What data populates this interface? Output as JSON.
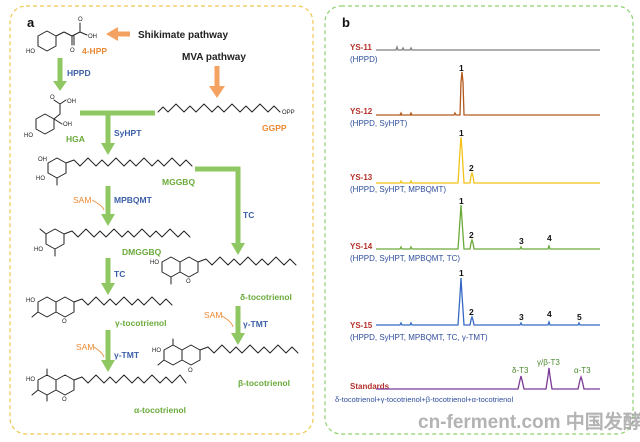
{
  "panels": {
    "a": "a",
    "b": "b"
  },
  "pathway": {
    "shikimate": "Shikimate pathway",
    "mva": "MVA pathway",
    "compounds": {
      "hpp": "4-HPP",
      "hga": "HGA",
      "ggpp": "GGPP",
      "mggbq": "MGGBQ",
      "dmggbq": "DMGGBQ",
      "delta": "δ-tocotrienol",
      "gamma": "γ-tocotrienol",
      "beta": "β-tocotrienol",
      "alpha": "α-tocotrienol"
    },
    "enzymes": {
      "hppd": "HPPD",
      "syhpt": "SyHPT",
      "mpbqmt": "MPBQMT",
      "tc_left": "TC",
      "tc_right": "TC",
      "gtmt_left": "γ-TMT",
      "gtmt_right": "γ-TMT"
    },
    "cofactors": {
      "sam1": "SAM",
      "sam2": "SAM",
      "sam3": "SAM"
    },
    "atoms": {
      "oh": "OH",
      "o": "O",
      "ho": "HO",
      "opp": "OPP"
    }
  },
  "traces": [
    {
      "name": "YS-11",
      "sub": "(HPPD)",
      "color": "#7f7f7f"
    },
    {
      "name": "YS-12",
      "sub": "(HPPD, SyHPT)",
      "color": "#b35a1f"
    },
    {
      "name": "YS-13",
      "sub": "(HPPD, SyHPT, MPBQMT)",
      "color": "#f2c21b"
    },
    {
      "name": "YS-14",
      "sub": "(HPPD, SyHPT, MPBQMT, TC)",
      "color": "#6aaa3a"
    },
    {
      "name": "YS-15",
      "sub": "(HPPD, SyHPT, MPBQMT, TC, γ-TMT)",
      "color": "#3569c4"
    },
    {
      "name": "Standards",
      "sub": "δ-tocotrienol+γ-tocotrienol+β-tocotrienol+α-tocotrienol",
      "color": "#7b3a96"
    }
  ],
  "peaks": {
    "p1a": "1",
    "p1b": "1",
    "p2b": "2",
    "p1c": "1",
    "p2c": "2",
    "p3c": "3",
    "p4c": "4",
    "p1d": "1",
    "p2d": "2",
    "p3d": "3",
    "p4d": "4",
    "p5d": "5",
    "std_delta": "δ-T3",
    "std_gb": "γ/β-T3",
    "std_alpha": "α-T3"
  },
  "watermark": "cn-ferment.com 中国发酵产业网"
}
